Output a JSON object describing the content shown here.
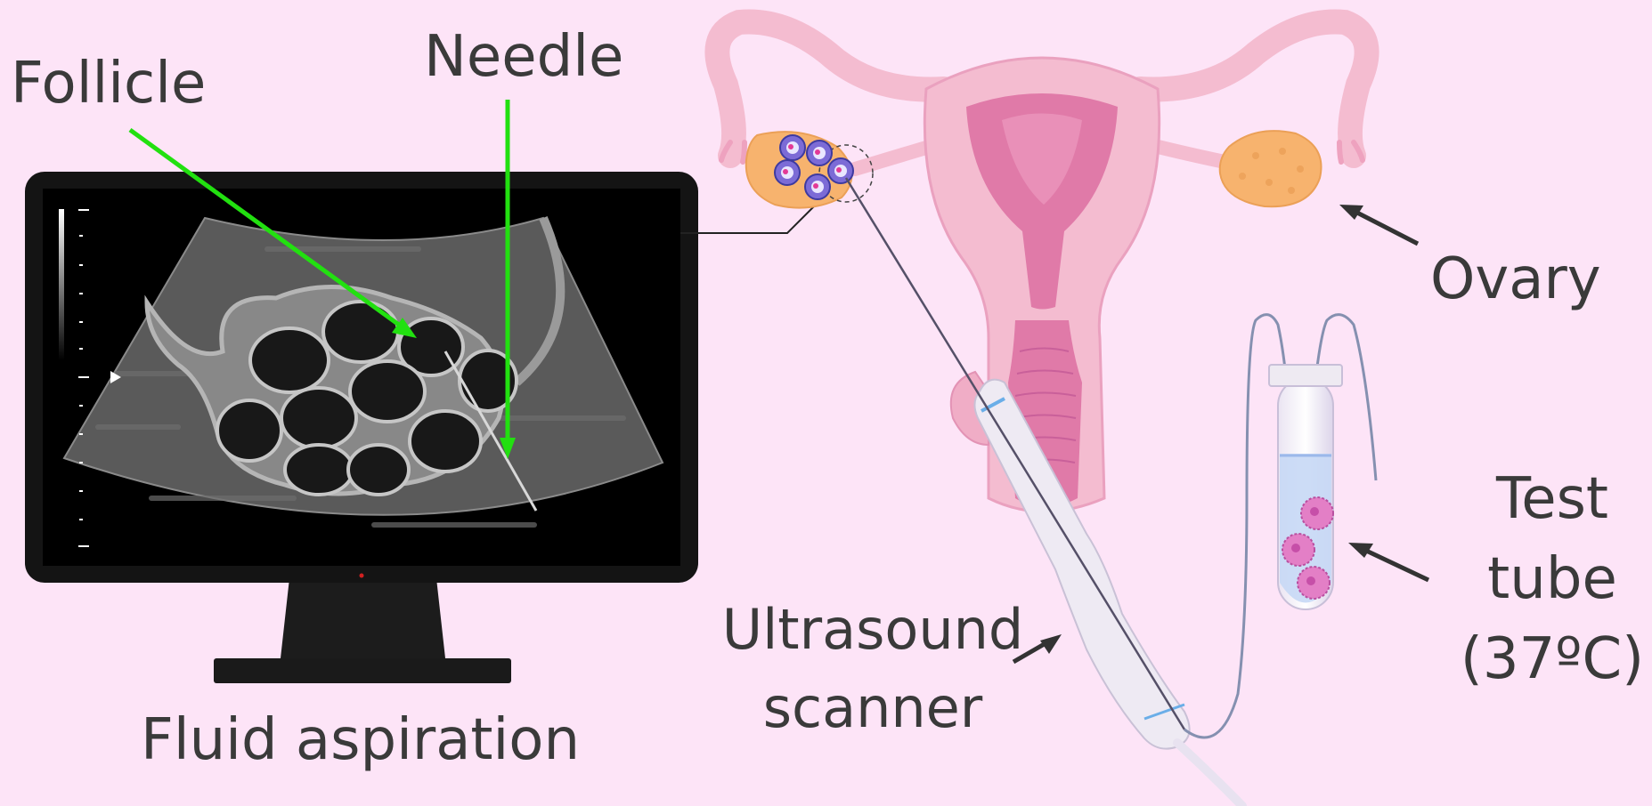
{
  "labels": {
    "follicle": "Follicle",
    "needle": "Needle",
    "fluid_aspiration": "Fluid aspiration",
    "ovary": "Ovary",
    "ultrasound_line1": "Ultrasound",
    "ultrasound_line2": "scanner",
    "test_tube_line1": "Test",
    "test_tube_line2": "tube",
    "test_tube_line3": "(37ºC)"
  },
  "colors": {
    "background": "#fde4f7",
    "pointer_arrow": "#22e010",
    "label_arrow": "#333333",
    "uterus": "#f4bcd0",
    "uterus_inner": "#e07aa8",
    "ovary": "#f7b36e",
    "monitor": "#111111",
    "screen": "#000000"
  }
}
